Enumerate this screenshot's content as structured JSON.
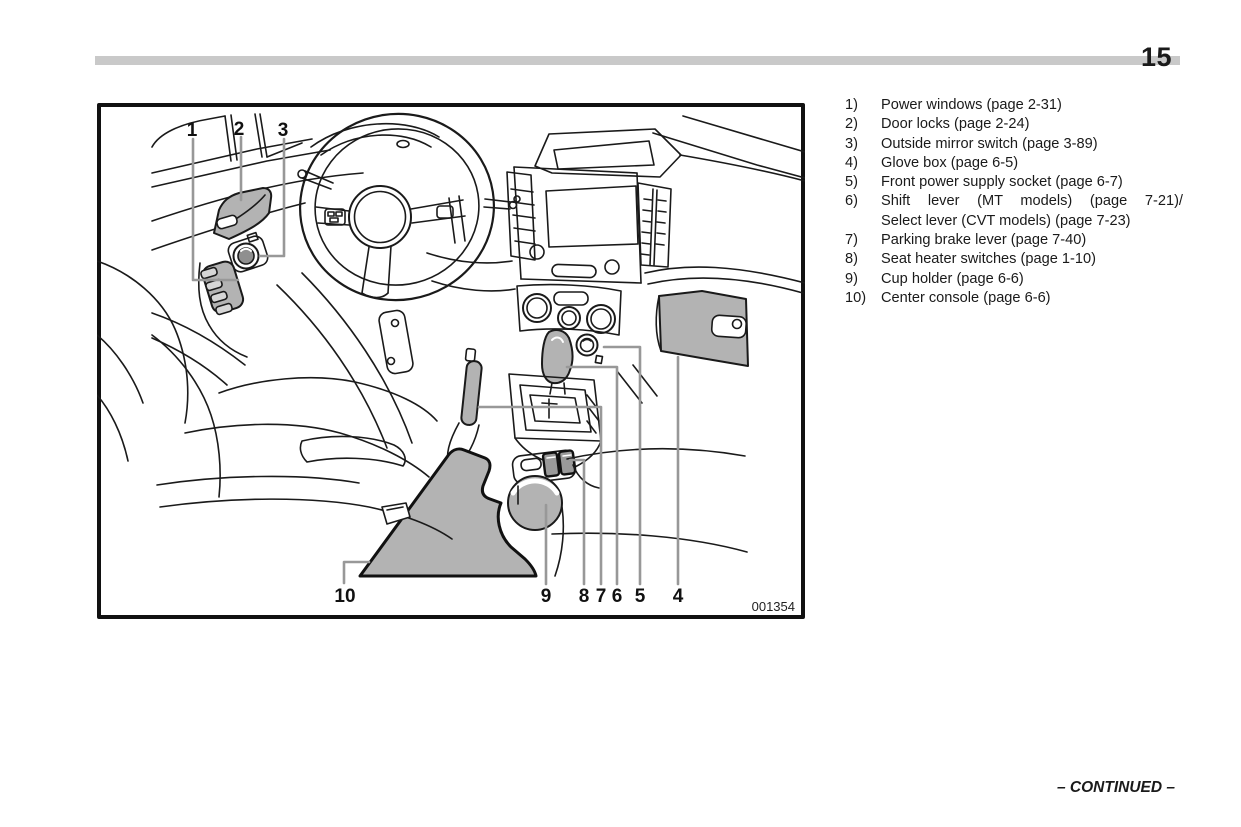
{
  "page": {
    "number": "15",
    "continued": "– CONTINUED –"
  },
  "figure": {
    "id": "001354",
    "description": "Car interior overview line drawing",
    "callouts": {
      "c1": "1",
      "c2": "2",
      "c3": "3",
      "c4": "4",
      "c5": "5",
      "c6": "6",
      "c7": "7",
      "c8": "8",
      "c9": "9",
      "c10": "10"
    },
    "colors": {
      "shade": "#b3b3b3",
      "line": "#1a1a1a",
      "leader": "#989898",
      "header_bar": "#c9c9c9"
    }
  },
  "list": {
    "items": [
      {
        "num": "1)",
        "label": "Power windows (page 2-31)"
      },
      {
        "num": "2)",
        "label": "Door locks (page 2-24)"
      },
      {
        "num": "3)",
        "label": "Outside mirror switch (page 3-89)"
      },
      {
        "num": "4)",
        "label": "Glove box (page 6-5)"
      },
      {
        "num": "5)",
        "label": "Front power supply socket (page 6-7)"
      },
      {
        "num": "6)",
        "label": "Shift lever (MT models) (page 7-21)/",
        "label2": "Select lever (CVT models) (page 7-23)"
      },
      {
        "num": "7)",
        "label": "Parking brake lever (page 7-40)"
      },
      {
        "num": "8)",
        "label": "Seat heater switches (page 1-10)"
      },
      {
        "num": "9)",
        "label": "Cup holder (page 6-6)"
      },
      {
        "num": "10)",
        "label": "Center console (page 6-6)"
      }
    ]
  }
}
